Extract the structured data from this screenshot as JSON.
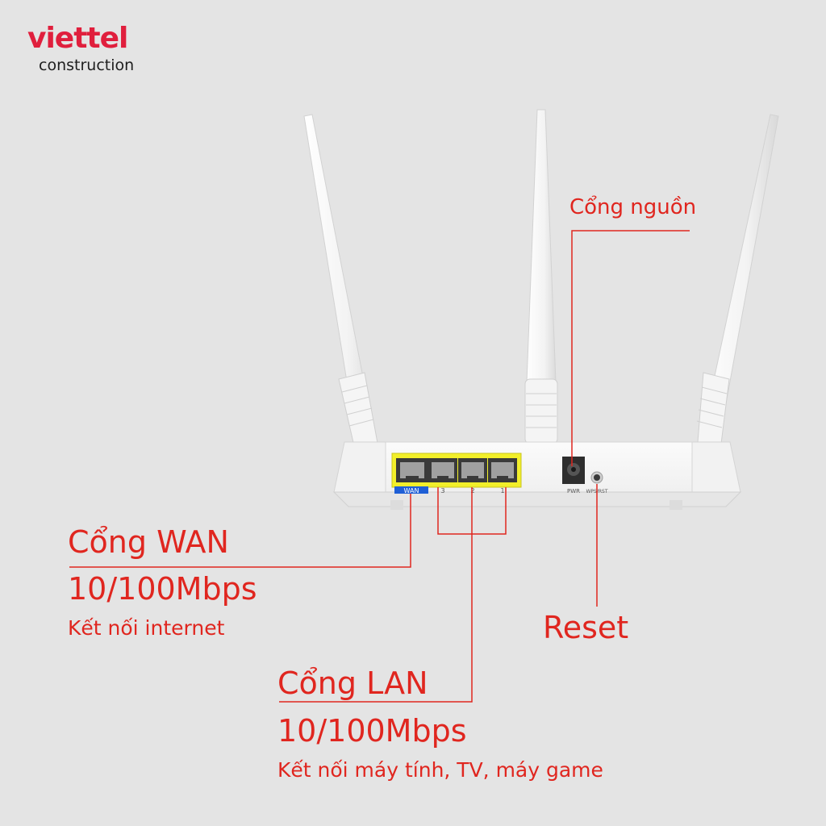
{
  "logo": {
    "brand": "viettel",
    "sub": "construction"
  },
  "labels": {
    "power": "Cổng nguồn",
    "wan_title": "Cổng WAN",
    "wan_speed": "10/100Mbps",
    "wan_desc": "Kết nối internet",
    "reset": "Reset",
    "lan_title": "Cổng LAN",
    "lan_speed": "10/100Mbps",
    "lan_desc": "Kết nối máy tính, TV, máy game"
  },
  "device": {
    "wan_port_label": "WAN",
    "lan_port_labels": [
      "3",
      "2",
      "1"
    ],
    "pwr_label": "PWR",
    "wps_label": "WPS/RST"
  },
  "colors": {
    "brand_red": "#e01f3d",
    "callout_red": "#e0261f",
    "background": "#e4e4e4",
    "port_yellow": "#f2ef2a",
    "wan_blue": "#1f5fd6"
  }
}
